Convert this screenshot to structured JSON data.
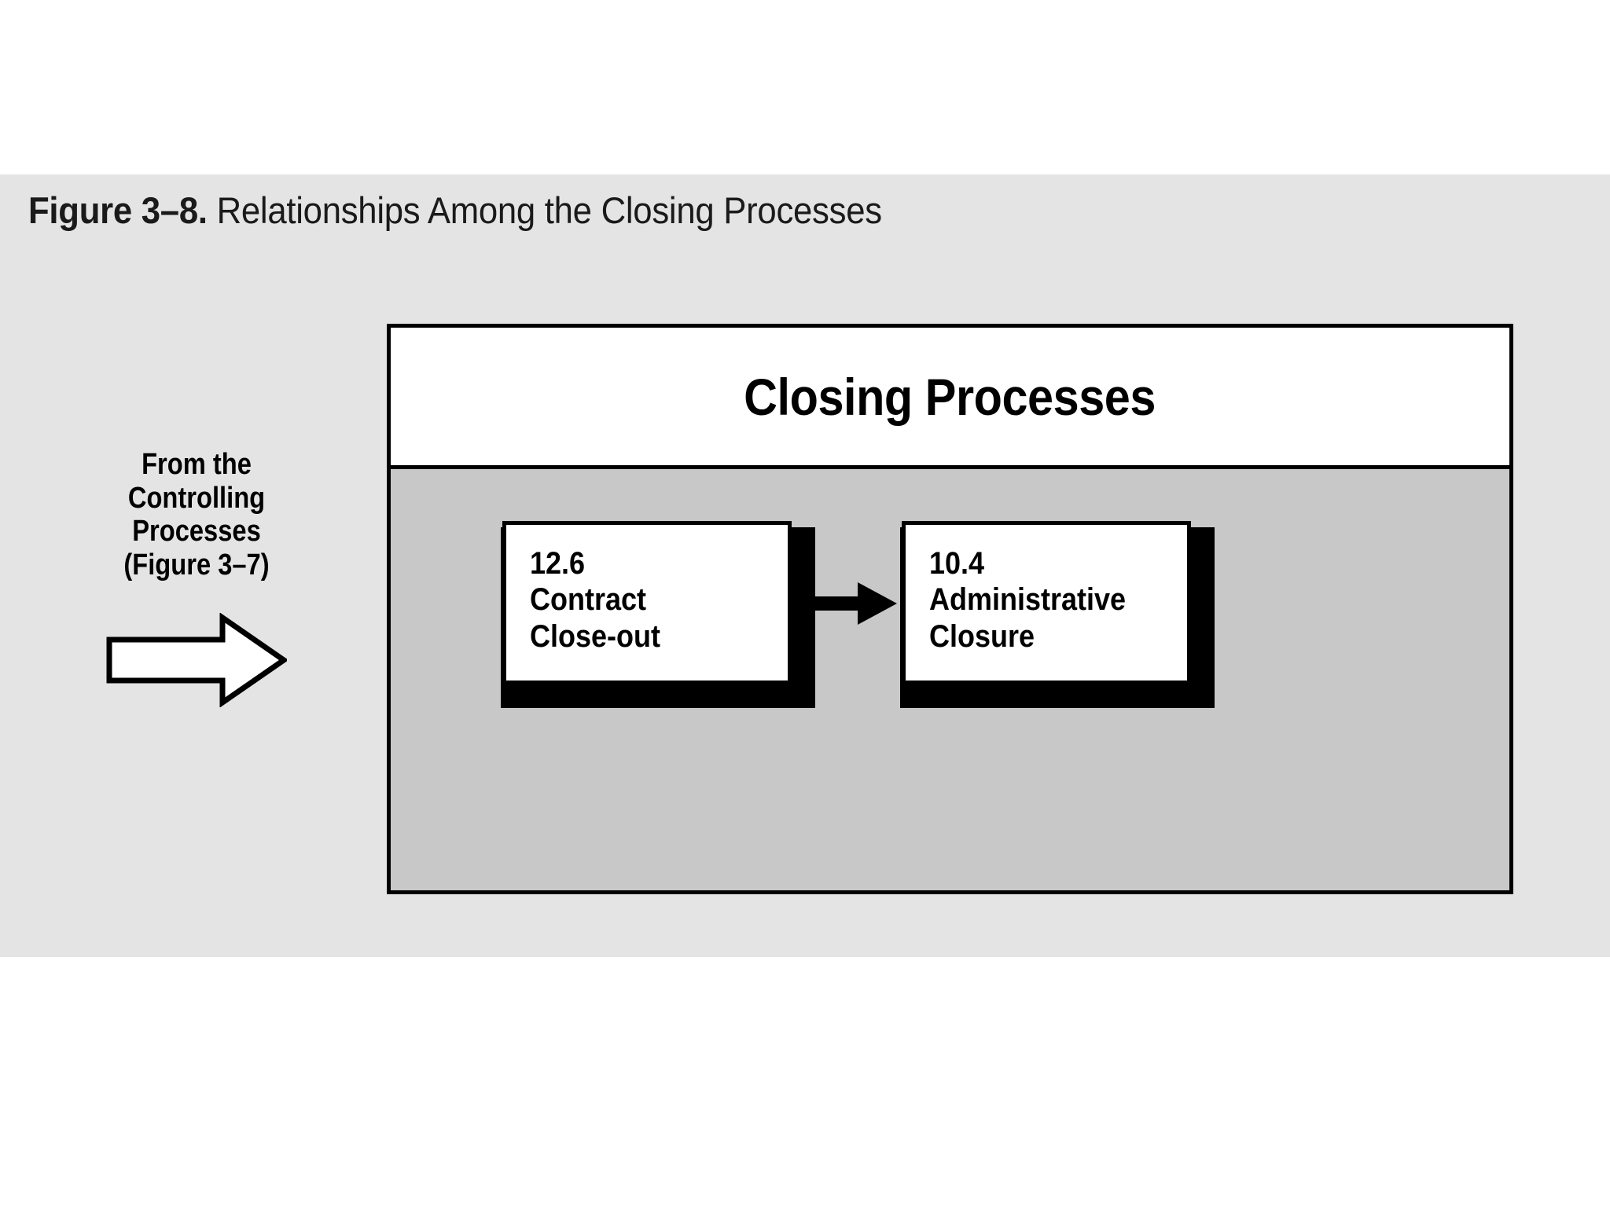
{
  "figure": {
    "caption_number": "Figure 3–8.",
    "caption_rest": " Relationships Among the Closing Processes",
    "band_color": "#e4e4e4"
  },
  "annotation": {
    "label": "From the\nControlling\nProcesses\n(Figure 3–7)",
    "arrow_icon": "block-arrow-right-hollow"
  },
  "panel": {
    "header_title": "Closing Processes",
    "header_bg": "#ffffff",
    "body_bg": "#c8c8c8",
    "border_color": "#000000"
  },
  "processes": [
    {
      "id": "contract-close-out",
      "number": "12.6",
      "name": "Contract\nClose-out",
      "text": "12.6\nContract\nClose-out"
    },
    {
      "id": "administrative-closure",
      "number": "10.4",
      "name": "Administrative\nClosure",
      "text": "10.4\nAdministrative\nClosure"
    }
  ],
  "connectors": [
    {
      "id": "contract-to-admin",
      "from": "contract-close-out",
      "to": "administrative-closure",
      "style": "solid-filled-arrow",
      "color": "#000000"
    }
  ],
  "chart_data": {
    "type": "diagram",
    "title": "Closing Processes",
    "nodes": [
      {
        "id": "12.6",
        "label": "12.6 Contract Close-out"
      },
      {
        "id": "10.4",
        "label": "10.4 Administrative Closure"
      }
    ],
    "edges": [
      {
        "from": "12.6",
        "to": "10.4"
      }
    ],
    "external_inputs": [
      {
        "label": "From the Controlling Processes (Figure 3–7)",
        "target": "12.6"
      }
    ]
  }
}
